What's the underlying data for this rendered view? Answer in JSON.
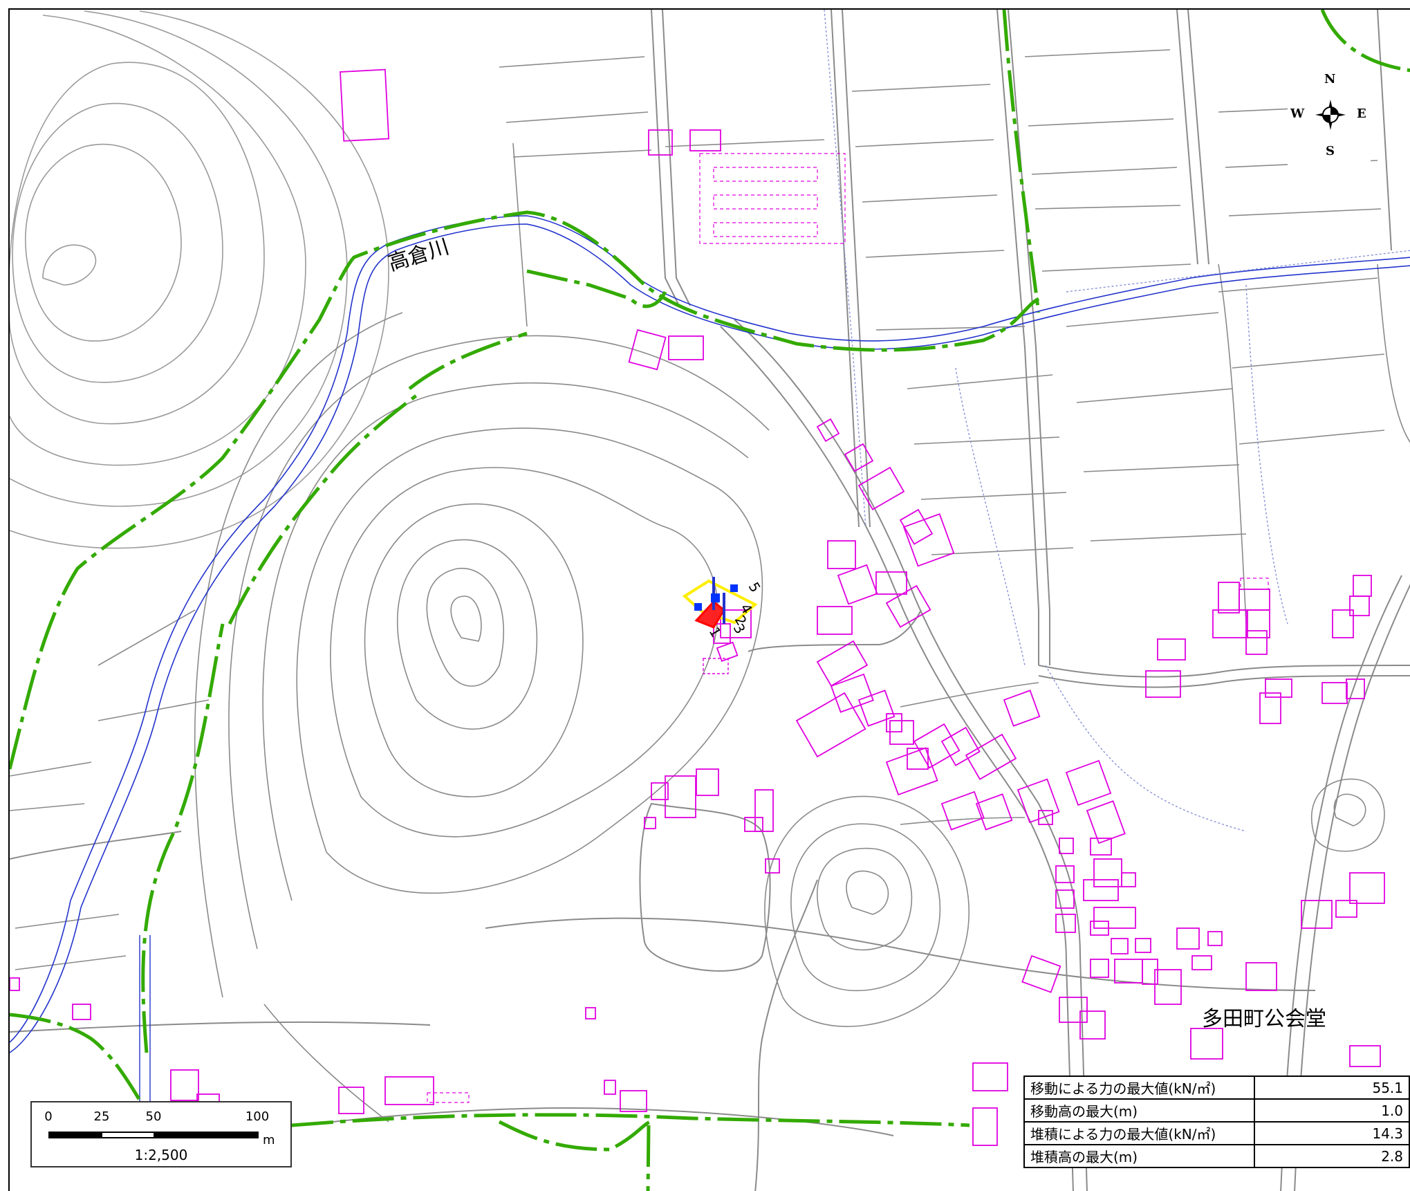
{
  "map": {
    "labels": {
      "river": "高倉川",
      "hall": "多田町公会堂"
    },
    "site_markers": [
      "1",
      "2",
      "3",
      "4",
      "5"
    ],
    "compass": {
      "north": "N",
      "south": "S",
      "east": "E",
      "west": "W"
    },
    "scale": {
      "ticks": [
        "0",
        "25",
        "50",
        "100"
      ],
      "unit": "m",
      "ratio": "1:2,500"
    },
    "colors": {
      "contour": "#9a9a9a",
      "road": "#8a8a8a",
      "building": "#e000e0",
      "boundary": "#33aa00",
      "river": "#2233cc",
      "zone": "#ffee00",
      "hazard": "#ff0000",
      "marker": "#0033ff"
    }
  },
  "results_table": {
    "rows": [
      {
        "label": "移動による力の最大値(kN/㎡)",
        "value": "55.1"
      },
      {
        "label": "移動高の最大(m)",
        "value": "1.0"
      },
      {
        "label": "堆積による力の最大値(kN/㎡)",
        "value": "14.3"
      },
      {
        "label": "堆積高の最大(m)",
        "value": "2.8"
      }
    ]
  }
}
